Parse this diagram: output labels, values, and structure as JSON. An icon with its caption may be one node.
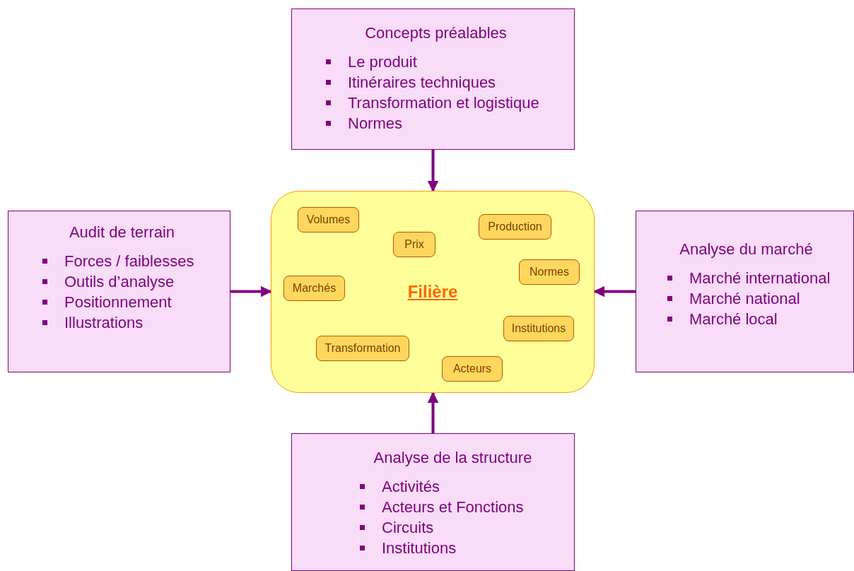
{
  "diagram": {
    "nodes": [
      {
        "text": [
          "Concepts préalables",
          "Le produit",
          "Itinéraires techniques",
          "Transformation et logistique",
          "Normes"
        ]
      },
      {
        "text": [
          "Audit de terrain",
          "Forces / faiblesses",
          "Outils d’analyse",
          "Positionnement",
          "Illustrations"
        ]
      },
      {
        "text": [
          "Filière"
        ]
      },
      {
        "text": [
          "Volumes"
        ],
        "in": 2
      },
      {
        "text": [
          "Production"
        ],
        "in": 2
      },
      {
        "text": [
          "Prix"
        ],
        "in": 2
      },
      {
        "text": [
          "Normes"
        ],
        "in": 2
      },
      {
        "text": [
          "Marchés"
        ],
        "in": 2
      },
      {
        "text": [
          "Institutions"
        ],
        "in": 2
      },
      {
        "text": [
          "Transformation"
        ],
        "in": 2
      },
      {
        "text": [
          "Acteurs"
        ],
        "in": 2
      },
      {
        "text": [
          "Analyse du marché",
          "Marché international",
          "Marché national",
          "Marché local"
        ]
      },
      {
        "text": [
          "Analyse de la structure",
          "Activités",
          "Acteurs et Fonctions",
          "Circuits",
          "Institutions"
        ]
      }
    ],
    "edges": [
      {
        "from": 0,
        "to": 2,
        "arrow": "to"
      },
      {
        "from": 1,
        "to": 2,
        "arrow": "to"
      },
      {
        "from": 11,
        "to": 2,
        "arrow": "to"
      },
      {
        "from": 12,
        "to": 2,
        "arrow": "to"
      }
    ]
  }
}
